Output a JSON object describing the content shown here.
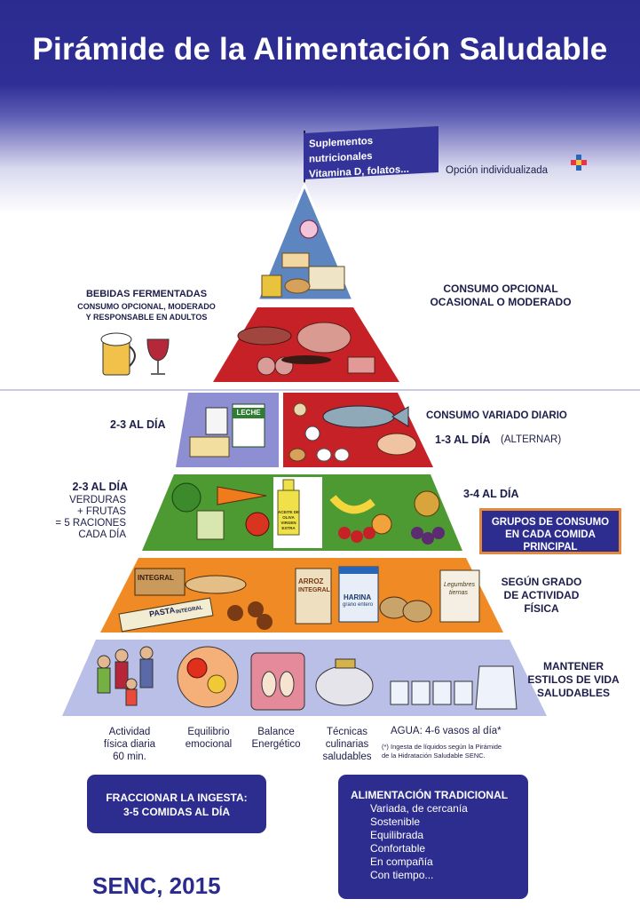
{
  "title": "Pirámide de la Alimentación Saludable",
  "flag": {
    "line1": "Suplementos nutricionales",
    "line2": "Vitamina D, folatos..."
  },
  "option": {
    "label": "Opción individualizada"
  },
  "levels": {
    "bebidas": {
      "title": "BEBIDAS FERMENTADAS",
      "line1": "CONSUMO OPCIONAL, MODERADO",
      "line2": "Y RESPONSABLE EN ADULTOS"
    },
    "opcional": {
      "line1": "CONSUMO OPCIONAL",
      "line2": "OCASIONAL O MODERADO"
    },
    "lacteos": {
      "freq": "2-3  AL DÍA"
    },
    "proteinas": {
      "line1": "CONSUMO VARIADO DIARIO",
      "freq": "1-3  AL DÍA",
      "note": "(ALTERNAR)"
    },
    "verduras": {
      "freq": "2-3  AL DÍA",
      "line1": "VERDURAS",
      "line2": "+ FRUTAS",
      "line3": "= 5 RACIONES",
      "line4": "CADA DÍA"
    },
    "aceite": {
      "freq": "3-4  AL DÍA"
    },
    "principal": {
      "line1": "GRUPOS DE CONSUMO",
      "line2": "EN CADA COMIDA",
      "line3": "PRINCIPAL"
    },
    "cereales": {
      "line1": "SEGÚN GRADO",
      "line2": "DE ACTIVIDAD",
      "line3": "FÍSICA"
    },
    "base": {
      "line1": "MANTENER",
      "line2": "ESTILOS DE VIDA",
      "line3": "SALUDABLES"
    }
  },
  "food_labels": {
    "leche": "LECHE",
    "integral_bread": "INTEGRAL",
    "pasta": "PASTA",
    "pasta_integral": "INTEGRAL",
    "arroz": "ARROZ",
    "arroz_integral": "INTEGRAL",
    "harina": "HARINA",
    "harina_sub": "grano entero",
    "legumbres": "Legumbres",
    "legumbres_sub": "tiernas",
    "aceite": "ACEITE DE OLIVA VIRGEN EXTRA"
  },
  "base_items": [
    {
      "line1": "Actividad",
      "line2": "física diaria",
      "line3": "60 min."
    },
    {
      "line1": "Equilibrio",
      "line2": "emocional",
      "line3": ""
    },
    {
      "line1": "Balance",
      "line2": "Energético",
      "line3": ""
    },
    {
      "line1": "Técnicas",
      "line2": "culinarias",
      "line3": "saludables"
    }
  ],
  "agua": {
    "label": "AGUA: 4-6 vasos al día*",
    "note1": "(*) Ingesta de líquidos según la Pirámide",
    "note2": "de la Hidratación Saludable SENC."
  },
  "boxes": {
    "fraccionar": {
      "line1": "FRACCIONAR LA INGESTA:",
      "line2": "3-5 COMIDAS AL DÍA"
    },
    "tradicional": {
      "title": "ALIMENTACIÓN TRADICIONAL",
      "items": [
        "Variada, de cercanía",
        "Sostenible",
        "Equilibrada",
        "Confortable",
        "En compañía",
        "Con tiempo..."
      ]
    }
  },
  "footer": "SENC, 2015",
  "colors": {
    "header": "#2b2b8f",
    "tier_top": "#5d86c0",
    "tier_red": "#c62127",
    "tier_purple": "#8e8fd2",
    "tier_green": "#4c9a31",
    "tier_orange": "#f08a24",
    "tier_base": "#b9bfe6",
    "accent_orange": "#e2893c"
  },
  "icons": [
    "flag-icon",
    "plus-cross-icon",
    "beer-mug-icon",
    "wine-glass-icon",
    "fish-icon",
    "bread-icon",
    "water-glass-icon",
    "pitcher-icon",
    "scale-icon",
    "head-gears-icon",
    "teapot-icon",
    "family-icon"
  ]
}
